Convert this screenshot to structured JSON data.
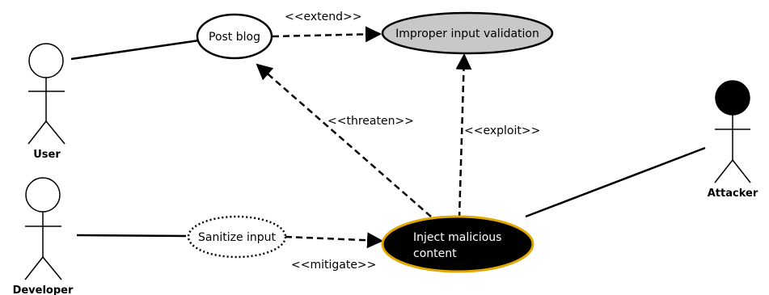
{
  "actors": {
    "user": "User",
    "developer": "Developer",
    "attacker": "Attacker"
  },
  "use_cases": {
    "post_blog": "Post blog",
    "improper_input_validation": "Improper input validation",
    "sanitize_input": "Sanitize input",
    "inject_line1": "Inject malicious",
    "inject_line2": "content"
  },
  "relations": {
    "extend": "<<extend>>",
    "threaten": "<<threaten>>",
    "exploit": "<<exploit>>",
    "mitigate": "<<mitigate>>"
  },
  "colors": {
    "misuse_case_fill": "#000000",
    "misuse_case_border": "#e0a800",
    "vulnerability_fill": "#c8c8c8",
    "attacker_head": "#000000"
  }
}
